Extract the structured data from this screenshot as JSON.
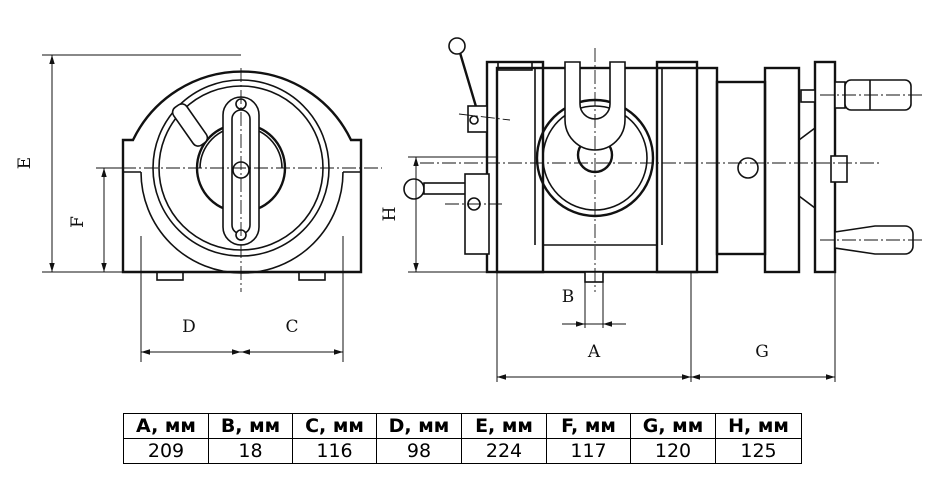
{
  "drawing": {
    "labels": {
      "E": "E",
      "F": "F",
      "D": "D",
      "C": "C",
      "H": "H",
      "B": "B",
      "A": "A",
      "G": "G"
    }
  },
  "table": {
    "headers": [
      "A, мм",
      "B, мм",
      "C, мм",
      "D, мм",
      "E, мм",
      "F, мм",
      "G, мм",
      "H, мм"
    ],
    "values": [
      "209",
      "18",
      "116",
      "98",
      "224",
      "117",
      "120",
      "125"
    ]
  }
}
